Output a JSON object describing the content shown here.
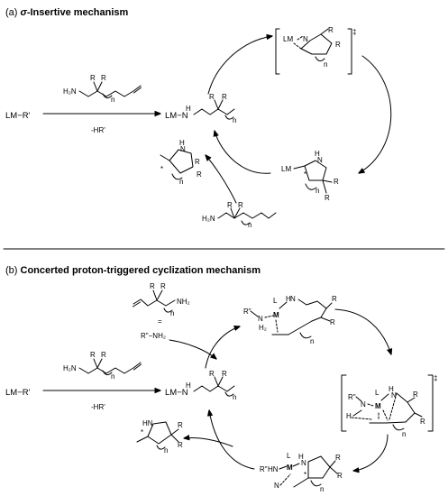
{
  "panel_a": {
    "title_prefix": "(a) ",
    "title_italic": "σ",
    "title_rest": "-Insertive mechanism",
    "reactant": "LM−R'",
    "arrow_below": "-HR'",
    "amide": "LM−N",
    "ts_mark": "‡",
    "substrate_labels": [
      "H₂N",
      "R",
      "R",
      "n"
    ],
    "product_labels": [
      "H",
      "N",
      "R",
      "R",
      "n",
      "*"
    ],
    "alkyl_labels": [
      "LM",
      "H",
      "N",
      "*",
      "R",
      "R",
      "n"
    ],
    "ts_labels": [
      "LM",
      "N",
      "R",
      "R",
      "n"
    ],
    "amide_labels": [
      "H",
      "R",
      "R",
      "n"
    ]
  },
  "panel_b": {
    "title_prefix": "(b) ",
    "title_rest": "Concerted proton-triggered cyclization mechanism",
    "reactant": "LM−R'",
    "arrow_below": "-HR'",
    "amide": "LM−N",
    "ts_mark": "‡",
    "equals": "=",
    "amine_generic": "R\"−NH₂",
    "substrate_labels": [
      "NH₂",
      "R",
      "R",
      "n",
      "H₂N"
    ],
    "complex1_labels": [
      "R\"",
      "N",
      "H₂",
      "L",
      "M",
      "N",
      "H",
      "R",
      "R",
      "n"
    ],
    "ts_labels": [
      "R\"",
      "N",
      "H",
      "H",
      "L",
      "M",
      "N",
      "H",
      "R",
      "R",
      "n"
    ],
    "complex2_labels": [
      "R\"",
      "HN",
      "L",
      "M",
      "N",
      "H",
      "R",
      "R",
      "n",
      "*"
    ],
    "product_labels": [
      "HN",
      "R",
      "R",
      "n",
      "*"
    ]
  }
}
